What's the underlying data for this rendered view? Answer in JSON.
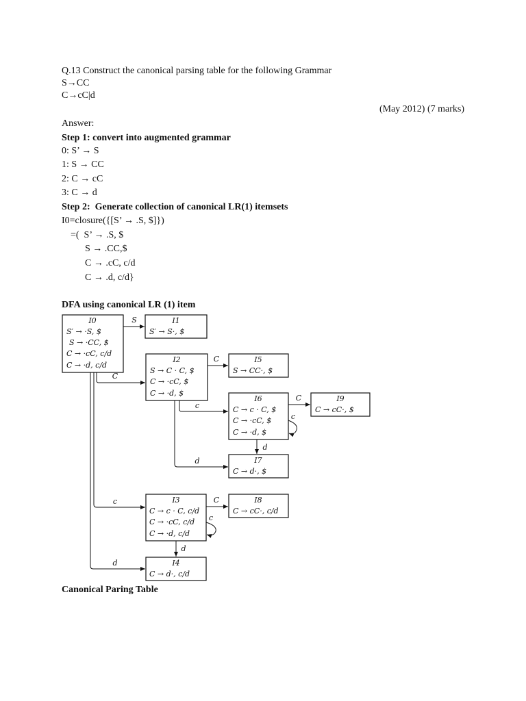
{
  "question": {
    "title": "Q.13 Construct the canonical parsing table for the following Grammar",
    "rule1": "S→CC",
    "rule2": "C→cC|d",
    "source": "(May 2012) (7 marks)"
  },
  "answer_label": "Answer:",
  "step1": {
    "heading": "Step 1: convert into augmented grammar",
    "productions": [
      "0: S’ → S",
      "1: S → CC",
      "2: C → cC",
      "3: C → d"
    ]
  },
  "step2": {
    "heading": "Step 2:  Generate collection of canonical LR(1) itemsets",
    "lines": [
      "I0=closure({[S’ → .S, $]})",
      "=(  S’ → .S, $",
      "S → .CC,$",
      "C → .cC, c/d",
      "C → .d, c/d}"
    ]
  },
  "dfa_heading": "DFA using canonical LR (1) item",
  "dfa": {
    "states": [
      {
        "name": "I0",
        "items": [
          "S′ → ·S, $",
          "S → ·CC, $",
          "C → ·cC, c/d",
          "C → ·d, c/d"
        ]
      },
      {
        "name": "I1",
        "items": [
          "S′ → S·, $"
        ]
      },
      {
        "name": "I2",
        "items": [
          "S → C · C, $",
          "C → ·cC, $",
          "C → ·d, $"
        ]
      },
      {
        "name": "I5",
        "items": [
          "S → CC·, $"
        ]
      },
      {
        "name": "I6",
        "items": [
          "C → c · C, $",
          "C → ·cC, $",
          "C → ·d, $"
        ]
      },
      {
        "name": "I9",
        "items": [
          "C → cC·, $"
        ]
      },
      {
        "name": "I7",
        "items": [
          "C → d·, $"
        ]
      },
      {
        "name": "I3",
        "items": [
          "C → c · C, c/d",
          "C → ·cC, c/d",
          "C → ·d, c/d"
        ]
      },
      {
        "name": "I8",
        "items": [
          "C → cC·, c/d"
        ]
      },
      {
        "name": "I4",
        "items": [
          "C → d·, c/d"
        ]
      }
    ],
    "edge_labels": {
      "i0_i1": "S",
      "i0_i2": "C",
      "i2_i5": "C",
      "i2_i6": "c",
      "i2_i7": "d",
      "i6_i9": "C",
      "i6_self": "c",
      "i6_i7": "d",
      "i0_i3": "c",
      "i3_i8": "C",
      "i3_self": "c",
      "i3_i4": "d",
      "i0_i4": "d"
    }
  },
  "table_heading": "Canonical Paring Table"
}
